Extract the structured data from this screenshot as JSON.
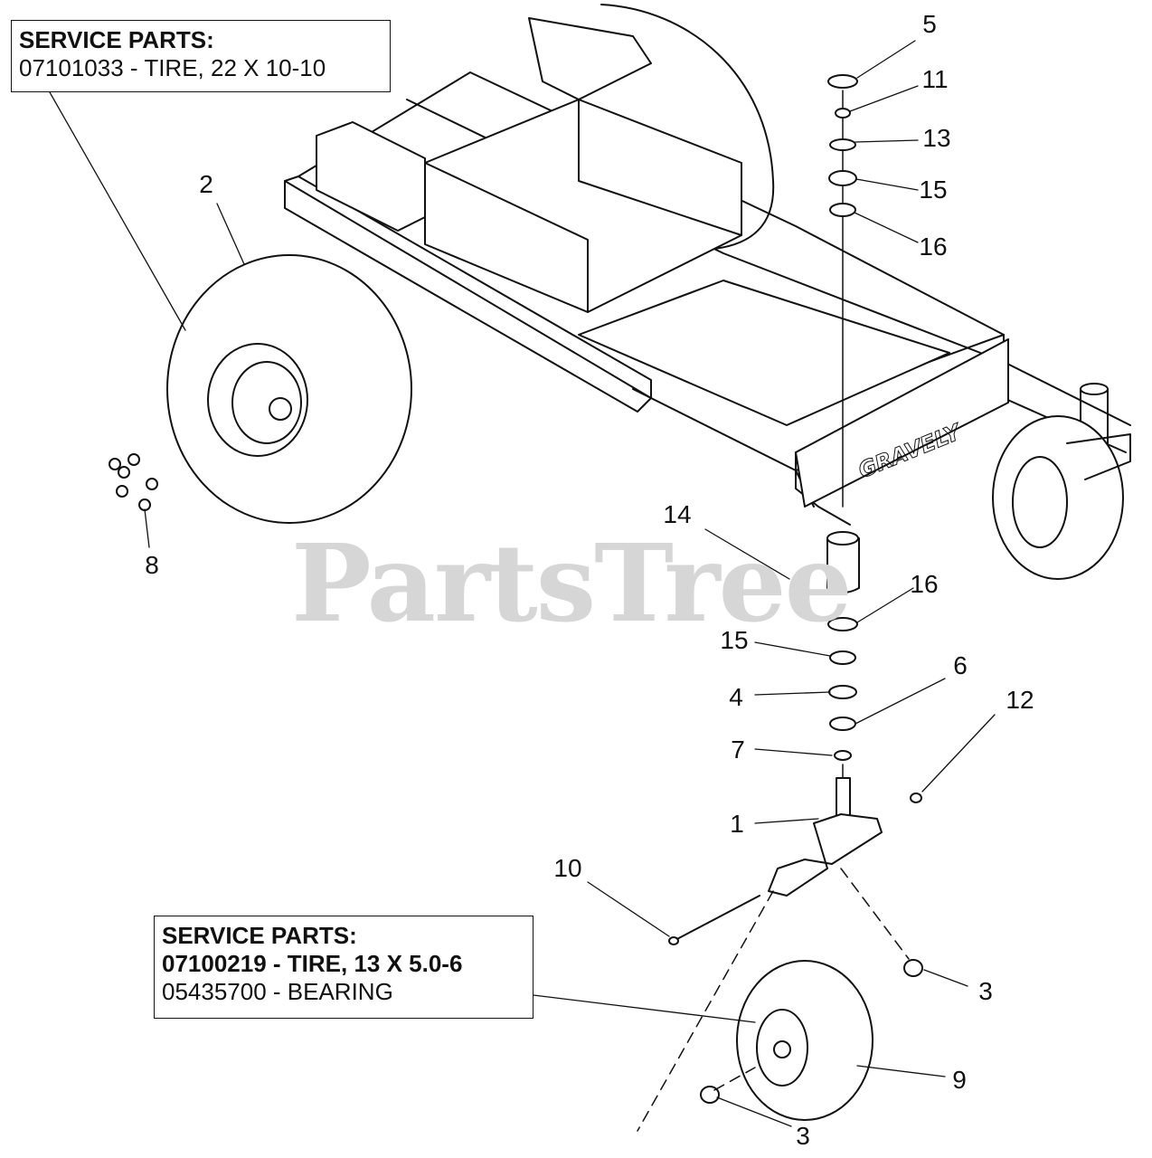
{
  "watermark": "PartsTree",
  "service_box_top": {
    "title": "SERVICE PARTS:",
    "lines": [
      "07101033 - TIRE, 22 X 10-10"
    ]
  },
  "service_box_bottom": {
    "title": "SERVICE PARTS:",
    "lines": [
      "07100219 - TIRE, 13 X 5.0-6",
      "05435700 - BEARING"
    ]
  },
  "frame_logo": "GRAVELY",
  "callouts": [
    "5",
    "11",
    "13",
    "15",
    "16",
    "2",
    "8",
    "14",
    "16",
    "15",
    "4",
    "6",
    "12",
    "7",
    "1",
    "10",
    "3",
    "9",
    "3"
  ]
}
